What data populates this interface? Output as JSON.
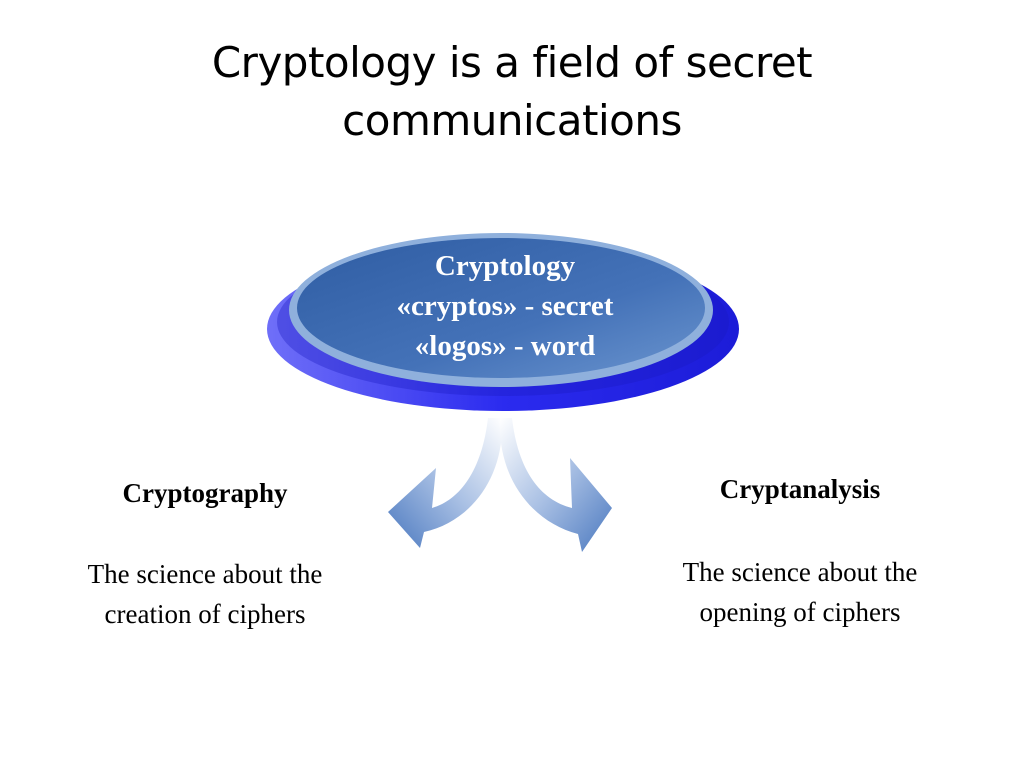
{
  "title": {
    "line1": "Cryptology is a field of secret",
    "line2": "communications"
  },
  "center": {
    "line1": "Cryptology",
    "line2": "«cryptos» - secret",
    "line3": "«logos» - word"
  },
  "left": {
    "heading": "Cryptography",
    "desc_line1": "The science about the",
    "desc_line2": "creation of ciphers"
  },
  "right": {
    "heading": "Cryptanalysis",
    "desc_line1": "The science about the",
    "desc_line2": "opening of ciphers"
  },
  "colors": {
    "outer_ring": "#3b3bf0",
    "inner_oval": "#3f6bb0",
    "arrow": "#4a78bf"
  }
}
